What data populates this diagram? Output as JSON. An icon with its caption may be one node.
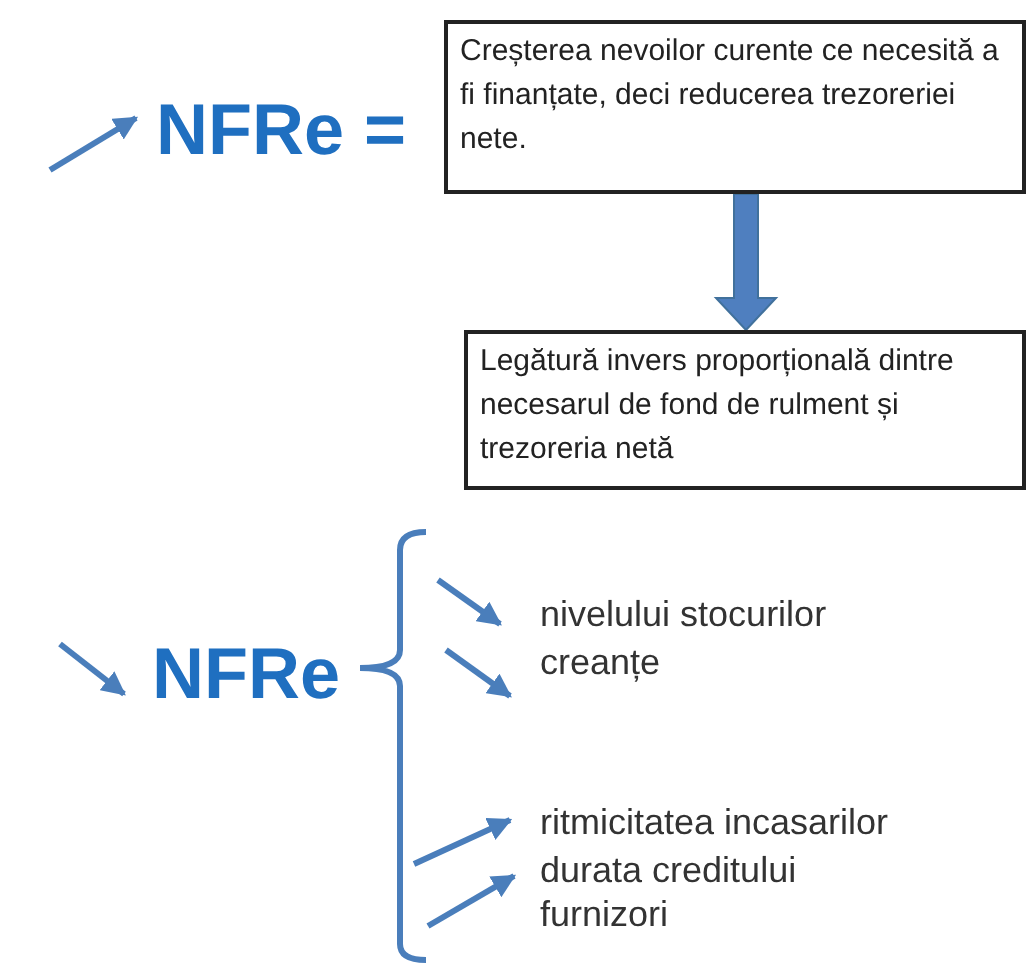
{
  "diagram": {
    "nodes": [
      {
        "text": [
          "Creșterea nevoilor curente ce necesită a fi finanțate, deci reducerea trezoreriei nete."
        ]
      },
      {
        "text": [
          "Legătură invers proporțională dintre necesarul de fond de rulment și trezoreria netă"
        ]
      }
    ],
    "edges": [
      {
        "from": 0,
        "to": 1,
        "arrow": "to",
        "style": "thick"
      }
    ],
    "labels": [
      "NFRe =",
      "NFRe",
      "nivelului stocurilor",
      "creanțe",
      "ritmicitatea incasarilor",
      "durata creditului furnizori"
    ]
  }
}
